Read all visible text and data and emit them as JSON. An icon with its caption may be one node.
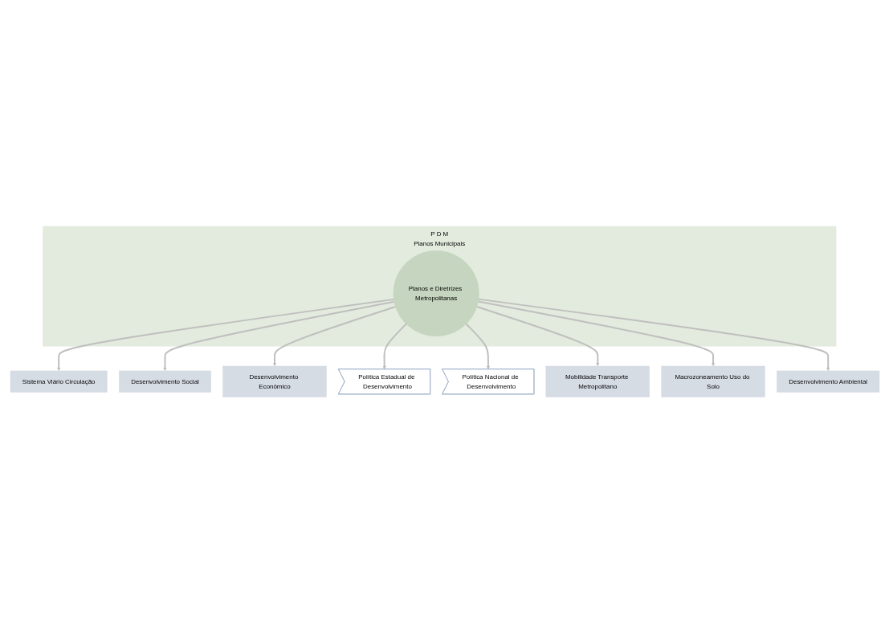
{
  "diagram": {
    "nodes": [
      {
        "text": [
          "P D M",
          "Planos Municipais"
        ]
      },
      {
        "text": [
          "Planos e Diretrizes Metropolitanas"
        ],
        "in": 0
      },
      {
        "text": [
          "Sistema Viário Circulação"
        ]
      },
      {
        "text": [
          "Desenvolvimento Social"
        ]
      },
      {
        "text": [
          "Desenvolvimento Econômico"
        ]
      },
      {
        "text": [
          "Política Estadual de Desenvolvimento"
        ]
      },
      {
        "text": [
          "Política Nacional de Desenvolvimento"
        ]
      },
      {
        "text": [
          "Mobilidade Transporte Metropolitano"
        ]
      },
      {
        "text": [
          "Macrozoneamento Uso do Solo"
        ]
      },
      {
        "text": [
          "Desenvolvimento Ambiental"
        ]
      }
    ],
    "edges": [
      {
        "from": 1,
        "to": 2,
        "arrow": "to"
      },
      {
        "from": 1,
        "to": 3,
        "arrow": "to"
      },
      {
        "from": 1,
        "to": 4,
        "arrow": "to"
      },
      {
        "from": 1,
        "to": 5,
        "arrow": "to"
      },
      {
        "from": 1,
        "to": 6,
        "arrow": "to"
      },
      {
        "from": 1,
        "to": 7,
        "arrow": "to"
      },
      {
        "from": 1,
        "to": 8,
        "arrow": "to"
      },
      {
        "from": 1,
        "to": 9,
        "arrow": "to"
      }
    ]
  }
}
